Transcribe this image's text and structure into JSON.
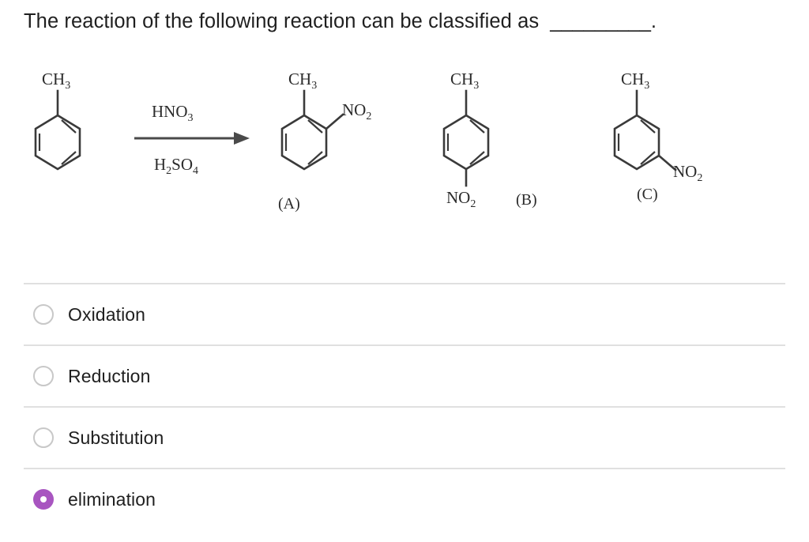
{
  "question": {
    "text": "The reaction of the following reaction can be classified as",
    "blank": "_________."
  },
  "reaction": {
    "reactant": {
      "name": "toluene",
      "substituent_label": "CH",
      "substituent_sub": "3"
    },
    "arrow": {
      "reagent_above_main": "HNO",
      "reagent_above_sub": "3",
      "reagent_below_main_1": "H",
      "reagent_below_sub_1": "2",
      "reagent_below_main_2": "SO",
      "reagent_below_sub_2": "4"
    },
    "products": [
      {
        "tag": "(A)",
        "isomer": "ortho",
        "top_label": "CH",
        "top_sub": "3",
        "nitro_label": "NO",
        "nitro_sub": "2"
      },
      {
        "tag": "(B)",
        "isomer": "para",
        "top_label": "CH",
        "top_sub": "3",
        "nitro_label": "NO",
        "nitro_sub": "2"
      },
      {
        "tag": "(C)",
        "isomer": "meta",
        "top_label": "CH",
        "top_sub": "3",
        "nitro_label": "NO",
        "nitro_sub": "2"
      }
    ]
  },
  "options": [
    {
      "label": "Oxidation",
      "selected": false
    },
    {
      "label": "Reduction",
      "selected": false
    },
    {
      "label": "Substitution",
      "selected": false
    },
    {
      "label": "elimination",
      "selected": true
    }
  ],
  "colors": {
    "selected_radio": "#a855c0",
    "unselected_radio_border": "#c8c8c8",
    "divider": "#e0e0e0",
    "text": "#1f1f1f",
    "bond": "#3a3a3a",
    "background": "#ffffff"
  }
}
